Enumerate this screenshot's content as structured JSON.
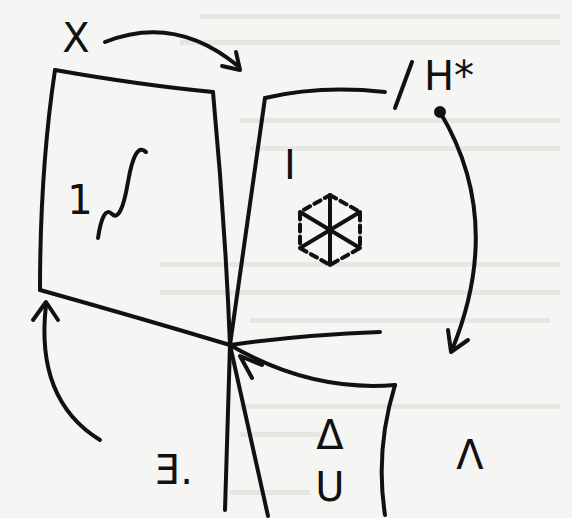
{
  "diagram": {
    "labels": [
      "X",
      "H*",
      "I",
      "1",
      "Δ",
      "U",
      "Λ",
      "Ǝ."
    ]
  }
}
